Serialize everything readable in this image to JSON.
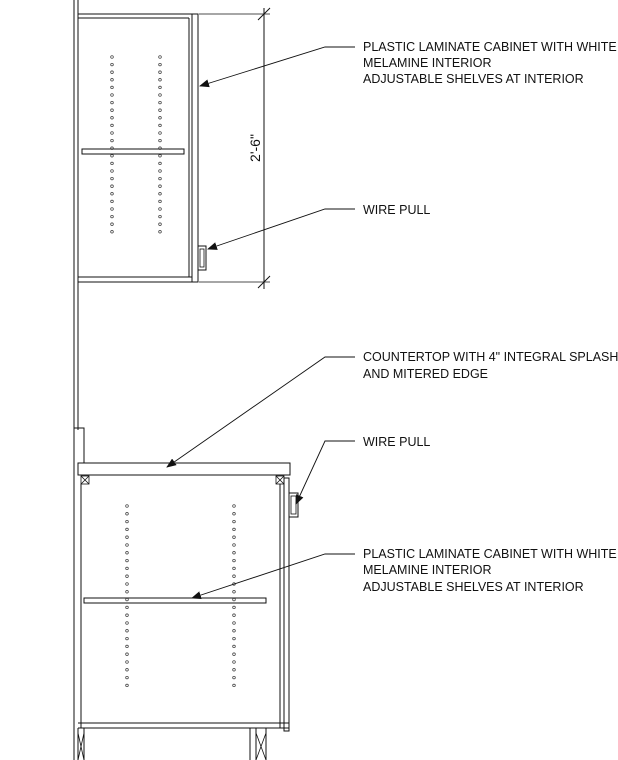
{
  "upper_cabinet": {
    "callout_lines": [
      "PLASTIC LAMINATE CABINET WITH WHITE",
      "MELAMINE INTERIOR",
      "ADJUSTABLE SHELVES AT INTERIOR"
    ],
    "pull_label": "WIRE PULL",
    "dimension": "2'-6\""
  },
  "base_cabinet": {
    "countertop_lines": [
      "COUNTERTOP WITH 4\" INTEGRAL SPLASH",
      "AND MITERED EDGE"
    ],
    "pull_label": "WIRE PULL",
    "callout_lines": [
      "PLASTIC LAMINATE CABINET WITH WHITE",
      "MELAMINE INTERIOR",
      "ADJUSTABLE SHELVES AT INTERIOR"
    ]
  },
  "colors": {
    "line": "#111111",
    "background": "#ffffff"
  }
}
